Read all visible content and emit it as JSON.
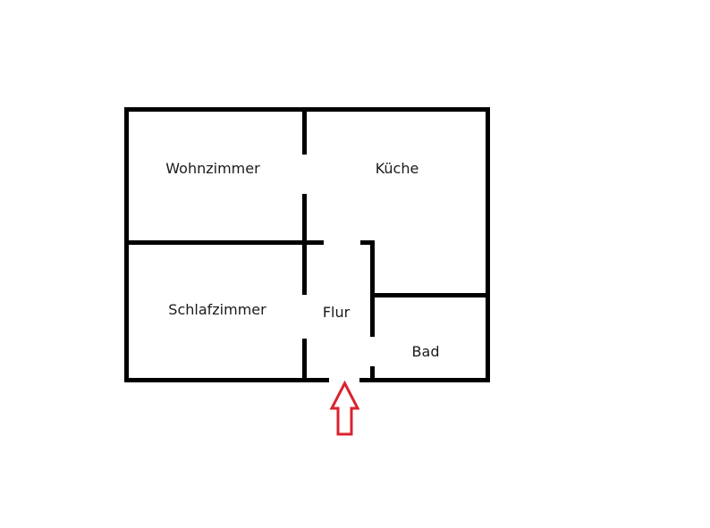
{
  "diagram": {
    "type": "floor-plan",
    "wall_color": "#000000",
    "arrow_color": "#d9232e",
    "background": "#ffffff",
    "rooms": [
      {
        "id": "wohnzimmer",
        "label": "Wohnzimmer"
      },
      {
        "id": "kueche",
        "label": "Küche"
      },
      {
        "id": "schlafzimmer",
        "label": "Schlafzimmer"
      },
      {
        "id": "flur",
        "label": "Flur"
      },
      {
        "id": "bad",
        "label": "Bad"
      }
    ],
    "entrance": {
      "label": "entrance-arrow",
      "direction": "up"
    }
  }
}
